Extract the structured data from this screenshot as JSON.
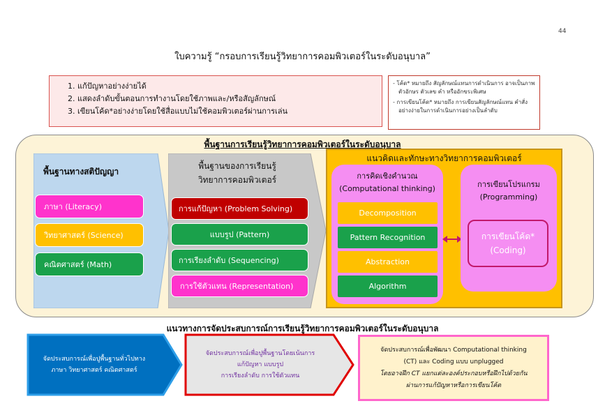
{
  "page_number": "44",
  "title": "ใบความรู้ “กรอบการเรียนรู้วิทยาการคอมพิวเตอร์ในระดับอนุบาล”",
  "objectives": [
    "แก้ปัญหาอย่างง่ายได้",
    "แสดงลำดับขั้นตอนการทำงานโดยใช้ภาพและ/หรือสัญลักษณ์",
    "เขียนโค้ด*อย่างง่ายโดยใช้สื่อแบบไม่ใช้คอมพิวเตอร์ผ่านการเล่น"
  ],
  "notes": [
    "- โค้ด* หมายถึง สัญลักษณ์แทนการดำเนินการ อาจเป็นภาพ ตัวอักษร ตัวเลข คำ หรืออักขระพิเศษ",
    "- การเขียนโค้ด* หมายถึง การเขียนสัญลักษณ์แทน คำสั่งอย่างง่ายในการดำเนินการอย่างเป็นลำดับ"
  ],
  "section_title": "พื้นฐานการเรียนรู้วิทยาการคอมพิวเตอร์ในระดับอนุบาล",
  "col1": {
    "title": "พื้นฐานทางสติปัญญา",
    "items": [
      "ภาษา (Literacy)",
      "วิทยาศาสตร์ (Science)",
      "คณิตศาสตร์ (Math)"
    ]
  },
  "col2": {
    "title_line1": "พื้นฐานของการเรียนรู้",
    "title_line2": "วิทยาการคอมพิวเตอร์",
    "items": [
      "การแก้ปัญหา (Problem Solving)",
      "แบบรูป (Pattern)",
      "การเรียงลำดับ (Sequencing)",
      "การใช้ตัวแทน (Representation)"
    ]
  },
  "col3": {
    "title": "แนวคิดและทักษะทางวิทยาการคอมพิวเตอร์",
    "ct_title_line1": "การคิดเชิงคำนวณ",
    "ct_title_line2": "(Computational thinking)",
    "ct_items": [
      "Decomposition",
      "Pattern Recognition",
      "Abstraction",
      "Algorithm"
    ],
    "prog_title_line1": "การเขียนโปรแกรม",
    "prog_title_line2": "(Programming)",
    "coding_line1": "การเขียนโค้ด*",
    "coding_line2": "(Coding)"
  },
  "section2_title": "แนวทางการจัดประสบการณ์การเรียนรู้วิทยาการคอมพิวเตอร์ในระดับอนุบาล",
  "approaches": [
    {
      "line1": "จัดประสบการณ์เพื่อปูพื้นฐานทั่วไปทาง",
      "line2": "ภาษา วิทยาศาสตร์ คณิตศาสตร์"
    },
    {
      "line1": "จัดประสบการณ์เพื่อปูพื้นฐานโดยเน้นการ",
      "line2": "แก้ปัญหา แบบรูป",
      "line3": "การเรียงลำดับ การใช้ตัวแทน"
    },
    {
      "line1": "จัดประสบการณ์เพื่อพัฒนา Computational thinking",
      "line2": "(CT) และ Coding แบบ unplugged",
      "line3": "โดยอาจฝึก CT แยกแต่ละองค์ประกอบหรือฝึกไปด้วยกัน",
      "line4": "ผ่านการแก้ปัญหาหรือการเขียนโค้ด"
    }
  ],
  "colors": {
    "magenta": "#ff33cc",
    "yellow": "#ffc000",
    "green": "#1aa14b",
    "red": "#c00000",
    "blue": "#0070c0",
    "light_blue": "#bdd7ee",
    "grey": "#c8c8c8",
    "pink": "#f58ef2",
    "cream": "#fdf3d7"
  }
}
